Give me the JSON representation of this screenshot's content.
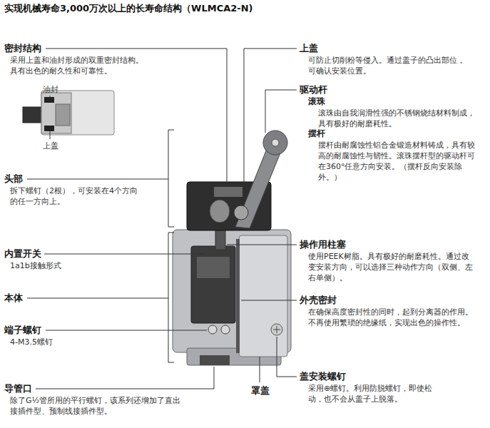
{
  "diagram": {
    "title": "实现机械寿命3,000万次以上的长寿命结构（WLMCA2-N)",
    "labels": [
      "密封结构",
      "采用上盖和油封形成的双重密封结构。具有出色的耐久性和可靠性。",
      "油封",
      "上盖",
      "头部",
      "拆下螺钉（2根），可安装在4个方向的任一方向上。",
      "内置开关",
      "1a1b接触形式",
      "本体",
      "端子螺钉",
      "4-M3.5螺钉",
      "导管口",
      "除了G½管所用的平行螺钉，该系列还增加了直出接插件型、预制线接插件型。",
      "上盖",
      "可防止切削粉等侵入。通过盖子的凸出部位，可确认安装位置。",
      "驱动杆",
      "滚珠",
      "滚珠由自我润滑性强的不锈钢烧结材料制成，具有极好的耐磨耗性。",
      "摆杆",
      "摆杆由耐腐蚀性铝合金锻造材料铸成，具有较高的耐腐蚀性与韧性。滚珠摆杆型的驱动杆可在360°任意方向安装。（摆杆反向安装除外。）",
      "操作用柱塞",
      "使用PEEK树脂。具有极好的耐磨耗性。通过改变安装方向，可以选择三种动作方向（双侧、左右单侧）。",
      "外壳密封",
      "在确保高度密封性的同时，起到分离器的作用。不再使用繁琐的绝缘纸，实现出色的操作性。",
      "盖安装螺钉",
      "采用⊕螺钉。利用防脱螺钉，即使松动，也不会从盖子上脱落。",
      "罩盖"
    ]
  }
}
